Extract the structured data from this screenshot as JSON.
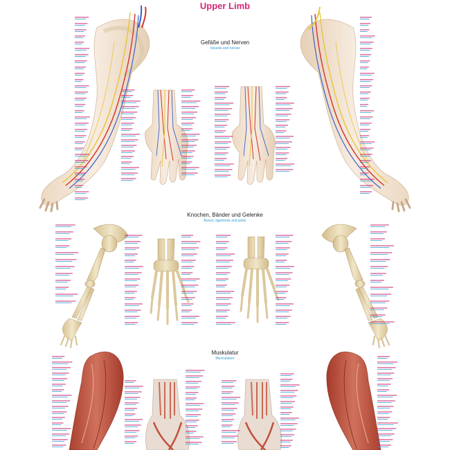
{
  "poster": {
    "title": "Upper Limb",
    "sections": [
      {
        "title": "Gefäße und Nerven",
        "subtitle": "Vessels and nerves"
      },
      {
        "title": "Knochen, Bänder und Gelenke",
        "subtitle": "Bones, ligaments and joints"
      },
      {
        "title": "Muskulatur",
        "subtitle": "Musculature"
      }
    ],
    "colors": {
      "title": "#d6267a",
      "label_primary": "#c9256f",
      "label_secondary": "#2e9bd6",
      "nerve": "#e8c43a",
      "artery": "#d2322d",
      "vein": "#3a5fc8",
      "bone": "#e7d7b0",
      "muscle": "#c0503c",
      "skin": "#f3e3cf"
    }
  }
}
